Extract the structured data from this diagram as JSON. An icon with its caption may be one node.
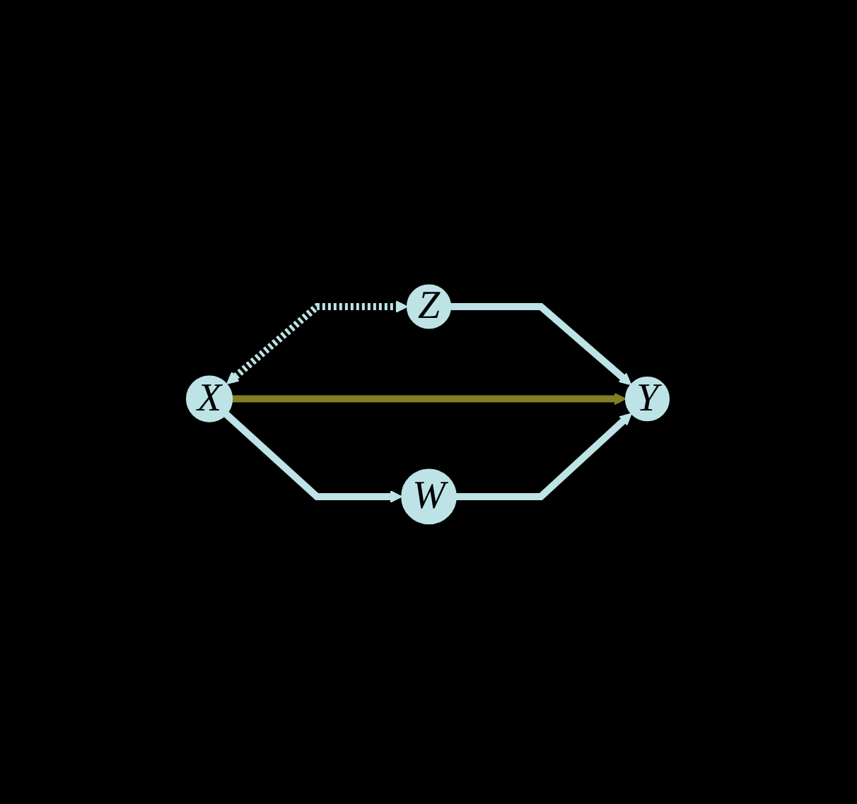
{
  "diagram": {
    "nodes": [
      {
        "text": [
          "Z"
        ]
      },
      {
        "text": [
          "X"
        ]
      },
      {
        "text": [
          "Y"
        ]
      },
      {
        "text": [
          "W"
        ]
      }
    ],
    "edges": [
      {
        "from": 1,
        "to": 0,
        "arrow": "both",
        "style": "dashed"
      },
      {
        "from": 0,
        "to": 2,
        "arrow": "to"
      },
      {
        "from": 1,
        "to": 2,
        "arrow": "to",
        "color": "#808022"
      },
      {
        "from": 1,
        "to": 3,
        "arrow": "to"
      },
      {
        "from": 3,
        "to": 2,
        "arrow": "to"
      }
    ]
  }
}
